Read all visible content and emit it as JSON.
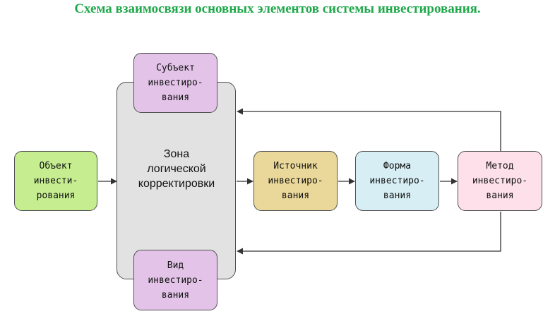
{
  "header": {
    "title": "Схема взаимосвязи основных элементов  системы инвестирования."
  },
  "zone": {
    "label": "Зона\nлогической\nкорректировки"
  },
  "nodes": {
    "object": "Объект\nинвести-\nрования",
    "subject": "Субъект\nинвестиро-\nвания",
    "kind": "Вид\nинвестиро-\nвания",
    "source": "Источник\nинвестиро-\nвания",
    "form": "Форма\nинвестиро-\nвания",
    "method": "Метод\nинвестиро-\nвания"
  },
  "colors": {
    "title": "#1fa84a",
    "object": "#c6ee91",
    "subject": "#e3c4e8",
    "kind": "#e3c4e8",
    "source": "#ead89a",
    "form": "#d6eef4",
    "method": "#fde0ea",
    "zone": "#e2e2e2"
  }
}
